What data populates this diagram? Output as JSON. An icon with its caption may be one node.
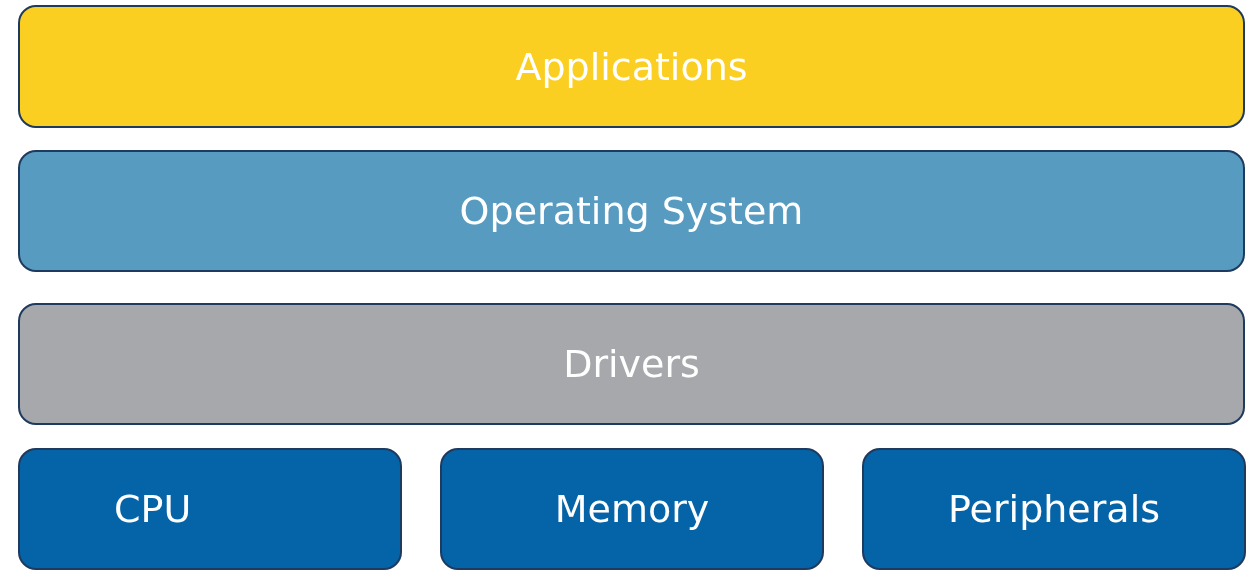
{
  "diagram": {
    "nodes": [
      {
        "text": [
          "Applications"
        ]
      },
      {
        "text": [
          "Operating System"
        ]
      },
      {
        "text": [
          "Drivers"
        ]
      },
      {
        "text": [
          "CPU"
        ]
      },
      {
        "text": [
          "Memory"
        ]
      },
      {
        "text": [
          "Peripherals"
        ]
      }
    ]
  }
}
